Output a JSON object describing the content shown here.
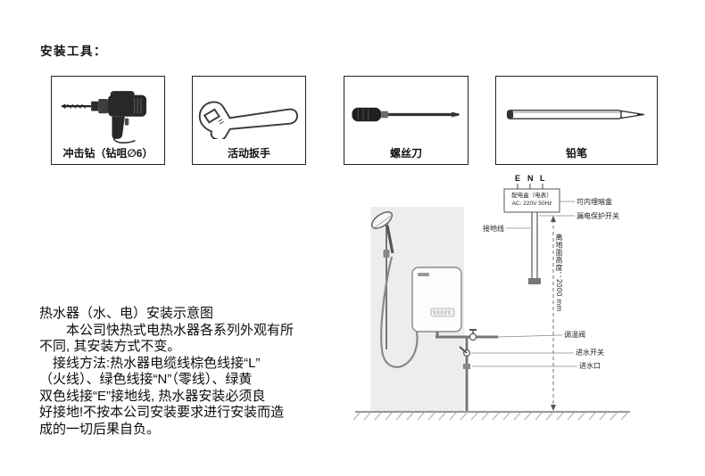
{
  "header": {
    "tools_title": "安装工具："
  },
  "tools": [
    {
      "label": "冲击钻（钻咀∅6）",
      "icon": "impact-drill-icon"
    },
    {
      "label": "活动扳手",
      "icon": "adjustable-wrench-icon"
    },
    {
      "label": "螺丝刀",
      "icon": "screwdriver-icon"
    },
    {
      "label": "铅笔",
      "icon": "pencil-icon"
    }
  ],
  "diagram": {
    "terminal_e": "E",
    "terminal_n": "N",
    "terminal_l": "L",
    "box_line1": "配电盒（电表）",
    "box_line2": "AC: 220V 50Hz",
    "concealed_box": "可内埋暗盒",
    "leakage_switch": "漏电保护开关",
    "ground_wire": "接地线",
    "height_note": "离地面高度：2000 mm",
    "temp_valve": "调温阀",
    "inlet_switch": "进水开关",
    "inlet_port": "进水口"
  },
  "instructions": {
    "title": "热水器（水、电）安装示意图",
    "lines": [
      "　　本公司快热式电热水器各系列外观有所",
      "不同, 其安装方式不变。",
      "　接线方法:热水器电缆线棕色线接“L”",
      "（火线）、绿色线接“N”（零线）、绿黄",
      "双色线接“E”接地线, 热水器安装必须良",
      "好接地!不按本公司安装要求进行安装而造",
      "成的一切后果自负。"
    ]
  }
}
